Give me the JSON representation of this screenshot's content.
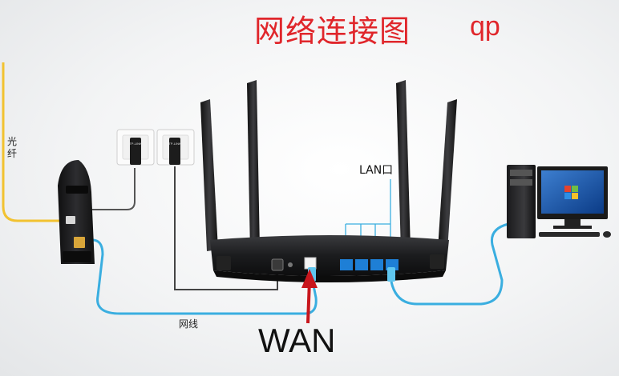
{
  "title": "网络连接图",
  "subtitle": "qp",
  "labels": {
    "fiber": "光纤",
    "lan_port": "LAN口",
    "network_cable": "网线",
    "wan": "WAN"
  },
  "plate_text": "TP-LINK",
  "colors": {
    "title": "#e0262b",
    "fiber": "#f2c230",
    "cable": "#3aaee0",
    "lan_ports": "#1e7fd6",
    "wan_arrow": "#c8161d"
  }
}
